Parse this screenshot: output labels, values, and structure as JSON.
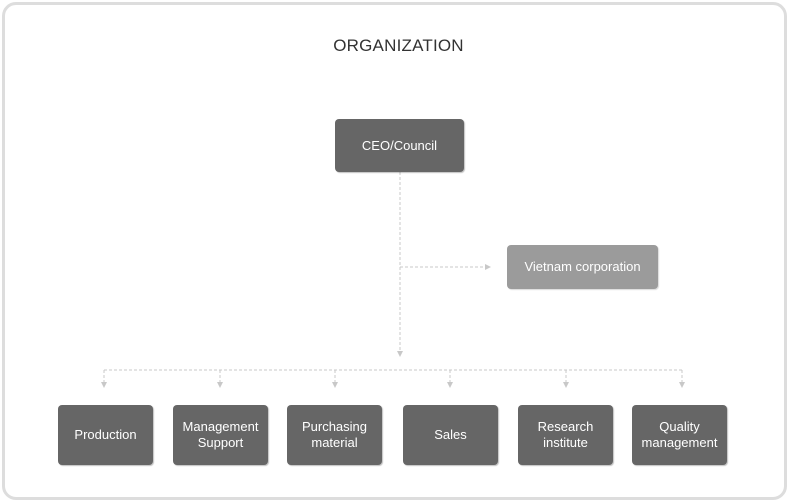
{
  "title": "ORGANIZATION",
  "ceo": {
    "label": "CEO/Council"
  },
  "subsidiary": {
    "label": "Vietnam corporation"
  },
  "departments": [
    {
      "label": "Production"
    },
    {
      "label": "Management\nSupport"
    },
    {
      "label": "Purchasing\nmaterial"
    },
    {
      "label": "Sales"
    },
    {
      "label": "Research\ninstitute"
    },
    {
      "label": "Quality\nmanagement"
    }
  ],
  "colors": {
    "box_dark": "#666666",
    "box_light": "#9b9b9b",
    "connector": "#c8c8c8",
    "frame_border": "#dddddd"
  }
}
